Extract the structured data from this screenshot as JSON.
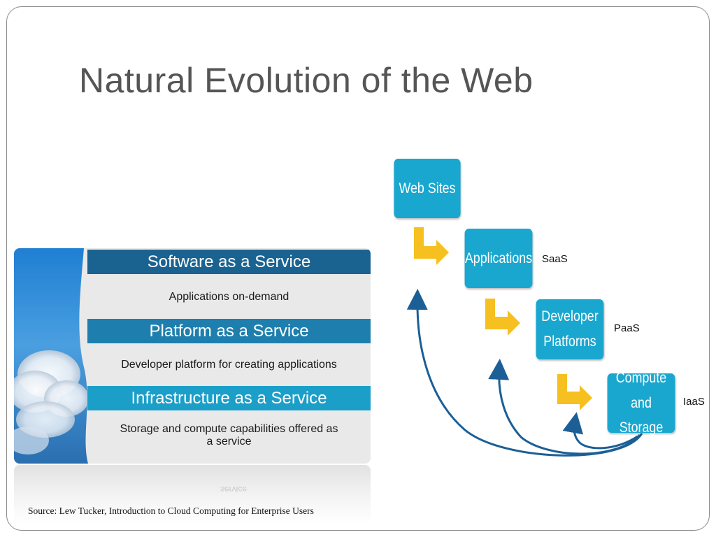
{
  "slide": {
    "title": "Natural Evolution of the Web",
    "source": "Source: Lew Tucker, Introduction to Cloud Computing for Enterprise Users"
  },
  "stack": {
    "saas_title": "Software as a Service",
    "saas_desc": "Applications on-demand",
    "paas_title": "Platform as a Service",
    "paas_desc": "Developer platform for creating applications",
    "iaas_title": "Infrastructure as a Service",
    "iaas_desc": "Storage and compute capabilities offered as a service",
    "reflection_text": "service"
  },
  "evolution": {
    "web_sites": "Web Sites",
    "applications": "Applications",
    "developer_line1": "Developer",
    "developer_line2": "Platforms",
    "compute_line1": "Compute",
    "compute_line2": "and Storage",
    "saas_tag": "SaaS",
    "paas_tag": "PaaS",
    "iaas_tag": "IaaS"
  },
  "colors": {
    "box": "#1aa7cf",
    "arrow_yellow": "#f5c020",
    "curve_blue": "#1b5f96",
    "saas_band": "#1a6391",
    "paas_band": "#1e7fae",
    "iaas_band": "#1b9fc9"
  }
}
